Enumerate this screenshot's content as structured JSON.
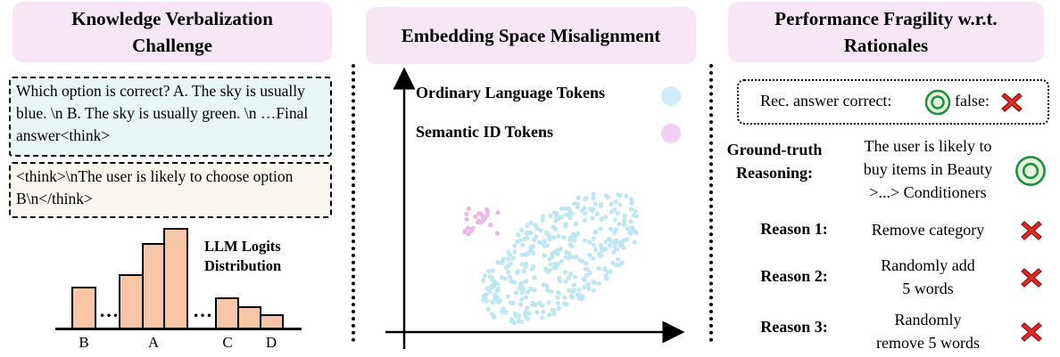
{
  "left": {
    "title_line1": "Knowledge Verbalization",
    "title_line2": "Challenge",
    "prompt_text": "Which option is correct? A. The sky is usually blue. \\n B. The sky is usually green. \\n …Final answer<think>",
    "output_text": "<think>\\nThe user is likely to choose option B\\n</think>",
    "logits_label_line1": "LLM Logits",
    "logits_label_line2": "Distribution",
    "ellipsis": "…",
    "tick_labels": [
      "B",
      "A",
      "C",
      "D"
    ],
    "colors": {
      "bar": "#f8c6a6",
      "prompt_bg": "#e6f7f6",
      "output_bg": "#f8f6ee"
    }
  },
  "middle": {
    "title": "Embedding Space Misalignment",
    "legend": [
      {
        "label": "Ordinary Language Tokens",
        "color": "#cdeefa"
      },
      {
        "label": "Semantic ID Tokens",
        "color": "#f4cdef"
      }
    ]
  },
  "right": {
    "title_line1": "Performance Fragility w.r.t.",
    "title_line2": "Rationales",
    "rec_text_a": "Rec. answer correct:",
    "rec_text_b": "false:",
    "ground_truth_label_line1": "Ground-truth",
    "ground_truth_label_line2": "Reasoning:",
    "ground_truth_text_lines": [
      "The user is likely to",
      "buy items in Beauty",
      ">...> Conditioners"
    ],
    "reasons": [
      {
        "label": "Reason 1:",
        "lines": [
          "Remove category"
        ]
      },
      {
        "label": "Reason 2:",
        "lines": [
          "Randomly add",
          "5 words"
        ]
      },
      {
        "label": "Reason 3:",
        "lines": [
          "Randomly",
          "remove 5 words"
        ]
      }
    ],
    "icons": {
      "correct": "double-circle-icon",
      "false": "red-x-icon"
    },
    "colors": {
      "correct": "#23a84a",
      "correct_fill": "#e3f5dd",
      "false": "#e12d23"
    }
  },
  "header_color": "#f8e6f7"
}
